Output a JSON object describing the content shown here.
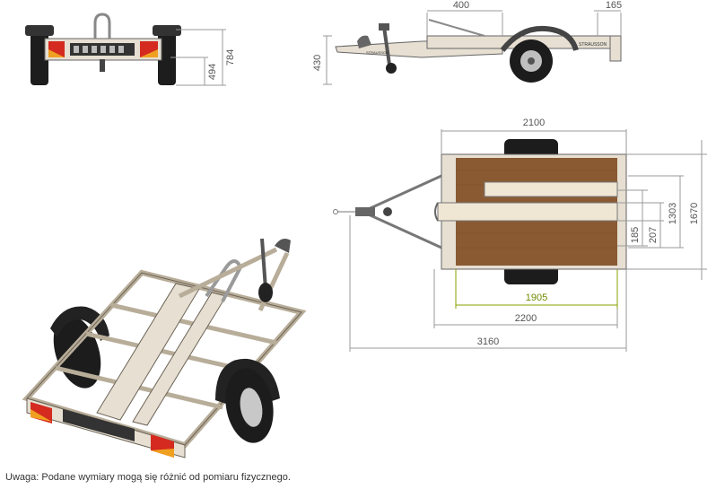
{
  "dimensions": {
    "rear_inner_height": "494",
    "rear_total_height": "784",
    "side_coupling_height": "430",
    "side_front_offset": "400",
    "side_rear_overhang": "165",
    "top_width_2100": "2100",
    "top_loading_length": "1905",
    "top_platform_length": "2200",
    "top_total_length": "3160",
    "top_rail_185": "185",
    "top_rail_207": "207",
    "top_width_1303": "1303",
    "top_width_1670": "1670"
  },
  "side_brand_label": "STRAUSSON",
  "note": "Uwaga: Podane wymiary mogą się różnić od pomiaru fizycznego.",
  "colors": {
    "deck_wood": "#8a5a33",
    "frame": "#e8e0d2",
    "dim_line": "#9a9a9a",
    "green_dim": "#8aa000",
    "tyre": "#1c1c1c",
    "lamp_red": "#d42a1f",
    "lamp_amber": "#f0a020"
  }
}
